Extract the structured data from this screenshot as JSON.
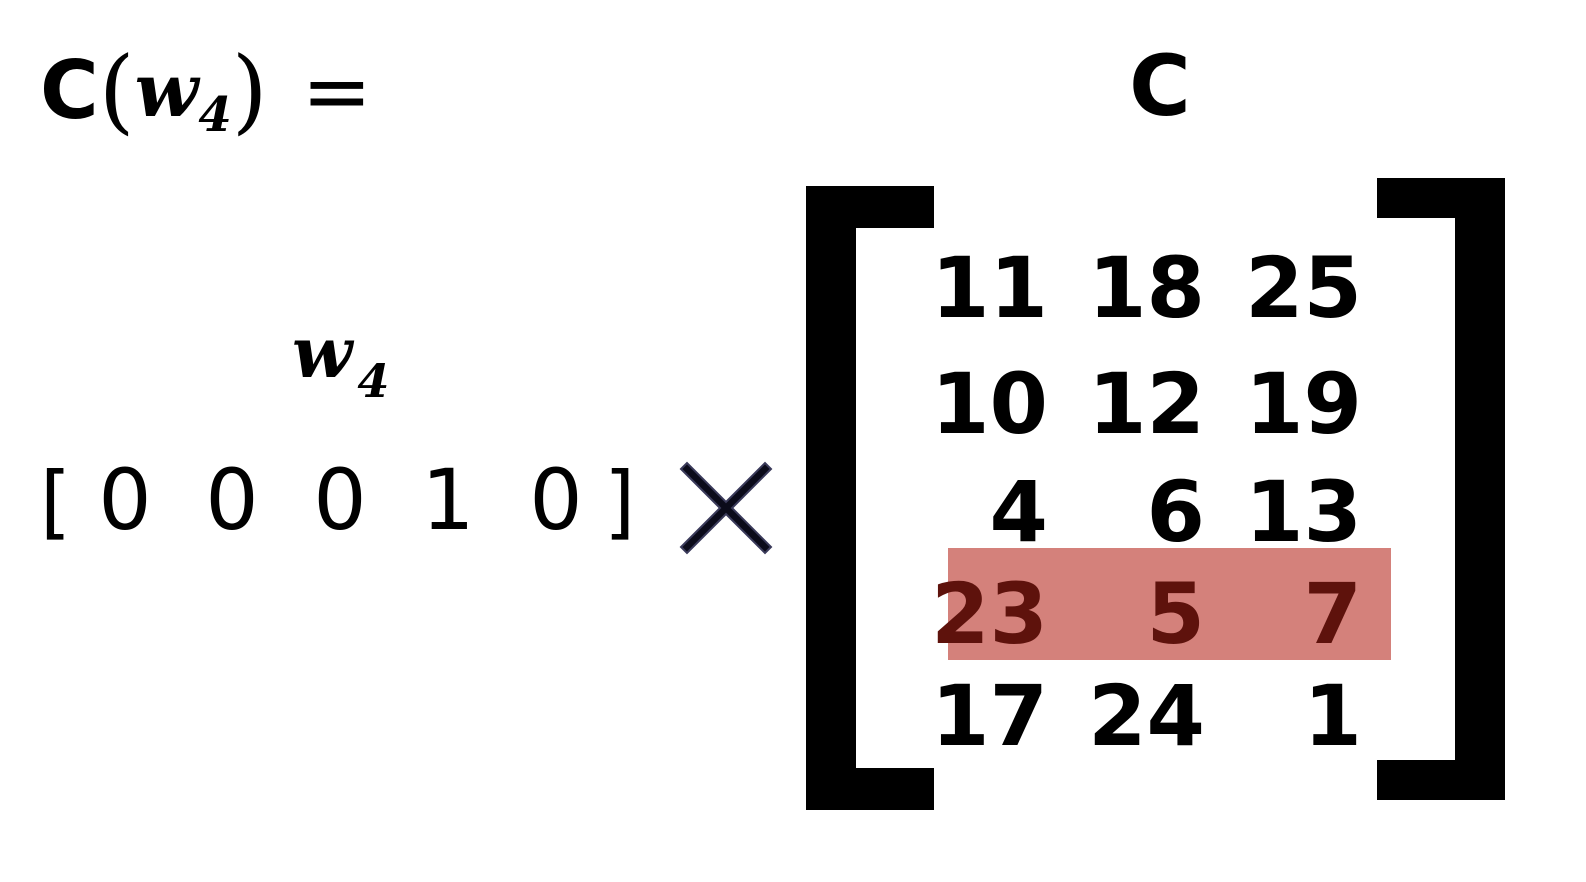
{
  "equation": {
    "function_name": "C",
    "open_paren": "(",
    "variable": "w",
    "subscript": "4",
    "close_paren": ")",
    "equals": "="
  },
  "matrix_title": "C",
  "vector_label": {
    "variable": "w",
    "subscript": "4"
  },
  "vector": {
    "open_bracket": "[",
    "values": [
      "0",
      "0",
      "0",
      "1",
      "0"
    ],
    "close_bracket": "]"
  },
  "operator": "×",
  "matrix": {
    "rows": [
      [
        "11",
        "18",
        "25"
      ],
      [
        "10",
        "12",
        "19"
      ],
      [
        "4",
        "6",
        "13"
      ],
      [
        "23",
        "5",
        "7"
      ],
      [
        "17",
        "24",
        "1"
      ]
    ],
    "highlighted_row_index": 3
  },
  "colors": {
    "text": "#000000",
    "highlight_fill": "#d4817b",
    "highlight_text": "#5e120c",
    "times_sign_fill": "#0b0b1a"
  }
}
